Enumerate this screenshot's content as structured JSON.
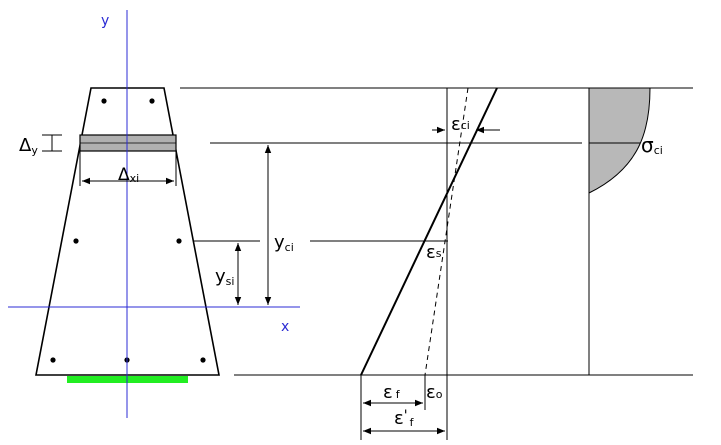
{
  "diagram": {
    "axis_labels": {
      "y": "y",
      "x": "x"
    },
    "dimension_labels": {
      "delta_y": {
        "main": "Δ",
        "sub": "y"
      },
      "delta_xi": {
        "main": "Δ",
        "sub": "xi"
      },
      "y_si": {
        "main": "y",
        "sub": "si"
      },
      "y_ci": {
        "main": "y",
        "sub": "ci"
      }
    },
    "strain_labels": {
      "eps_ci": {
        "main": "ε",
        "sub": "ci"
      },
      "eps_s": {
        "main": "ε",
        "sub": "s"
      },
      "eps_f": {
        "main": "ε",
        "sub": "f"
      },
      "eps_o": {
        "main": "ε",
        "sub": "o"
      },
      "eps_f_prime": {
        "main": "ε",
        "sup": "'",
        "sub": "f"
      }
    },
    "stress_label": {
      "main": "σ",
      "sub": "ci"
    },
    "colors": {
      "line": "#000000",
      "axis": "#2b2bd4",
      "strip": "#b0b0b0",
      "stress_fill": "#b8b8b8",
      "frp": "#22ee22"
    }
  }
}
